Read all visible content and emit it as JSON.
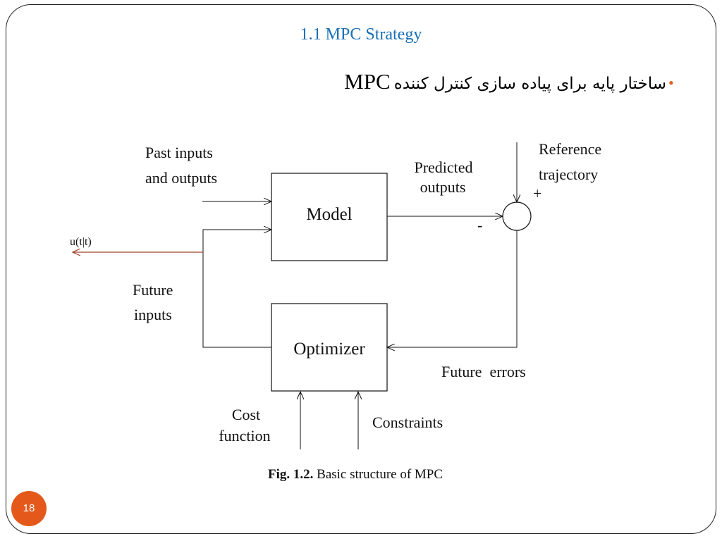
{
  "slide": {
    "title": "1.1 MPC Strategy",
    "bullet": {
      "text": "ساختار پایه برای پیاده سازی کنترل کننده",
      "acronym": "MPC"
    },
    "page_number": "18"
  },
  "diagram": {
    "blocks": {
      "model": "Model",
      "optimizer": "Optimizer"
    },
    "labels": {
      "past_inputs_line1": "Past inputs",
      "past_inputs_line2": "and outputs",
      "predicted_line1": "Predicted",
      "predicted_line2": "outputs",
      "reference_line1": "Reference",
      "reference_line2": "trajectory",
      "plus_sign": "+",
      "minus_sign": "-",
      "control_output": "u(t|t)",
      "future_inputs_line1": "Future",
      "future_inputs_line2": "inputs",
      "future_errors": "Future  errors",
      "cost_line1": "Cost",
      "cost_line2": "function",
      "constraints": "Constraints"
    },
    "caption": {
      "bold": "Fig. 1.2.",
      "text": " Basic structure of MPC"
    }
  },
  "colors": {
    "title": "#1a6fb3",
    "accent": "#e4591b",
    "control_arrow": "#a0442a"
  }
}
